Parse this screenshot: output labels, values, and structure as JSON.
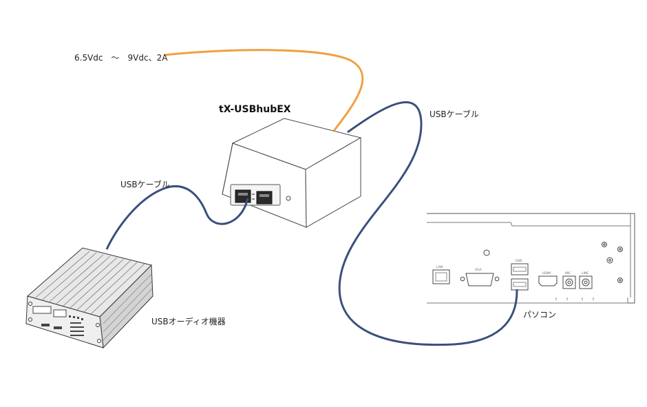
{
  "power": {
    "label": "6.5Vdc　～　9Vdc、2A"
  },
  "hub": {
    "name": "tX-USBhubEX"
  },
  "cables": {
    "pc_cable_label": "USBケーブル",
    "audio_cable_label": "USBケーブル"
  },
  "audio_device": {
    "label": "USBオーディオ機器"
  },
  "pc": {
    "label": "パソコン",
    "ports": {
      "lan": "LAN",
      "vga": "VGA",
      "usb": "USB",
      "hdmi": "HDMI",
      "mic": "MIC",
      "line": "LINE"
    }
  },
  "colors": {
    "power_cable": "#f0a040",
    "usb_cable": "#3b4f7c",
    "line": "#333333"
  }
}
